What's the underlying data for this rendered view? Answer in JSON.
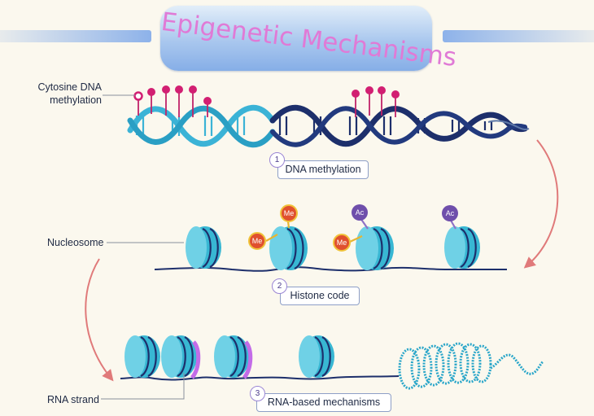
{
  "title": "Epigenetic Mechanisms",
  "labels": {
    "cytosine_methylation": "Cytosine DNA methylation",
    "nucleosome": "Nucleosome",
    "rna_strand": "RNA strand"
  },
  "steps": [
    {
      "number": "1",
      "label": "DNA methylation"
    },
    {
      "number": "2",
      "label": "Histone code"
    },
    {
      "number": "3",
      "label": "RNA-based mechanisms"
    }
  ],
  "marks": {
    "methyl": "Me",
    "acetyl": "Ac"
  },
  "colors": {
    "background": "#fbf8ee",
    "dna_light": "#3bb3d6",
    "dna_dark": "#1d2f6b",
    "methylation_pin": "#d21f72",
    "nucleosome": "#38b7d3",
    "methyl_mark": "#e0502e",
    "acetyl_mark": "#7a5ab3",
    "arrow": "#e07a7a",
    "rna": "#c36ce8"
  }
}
